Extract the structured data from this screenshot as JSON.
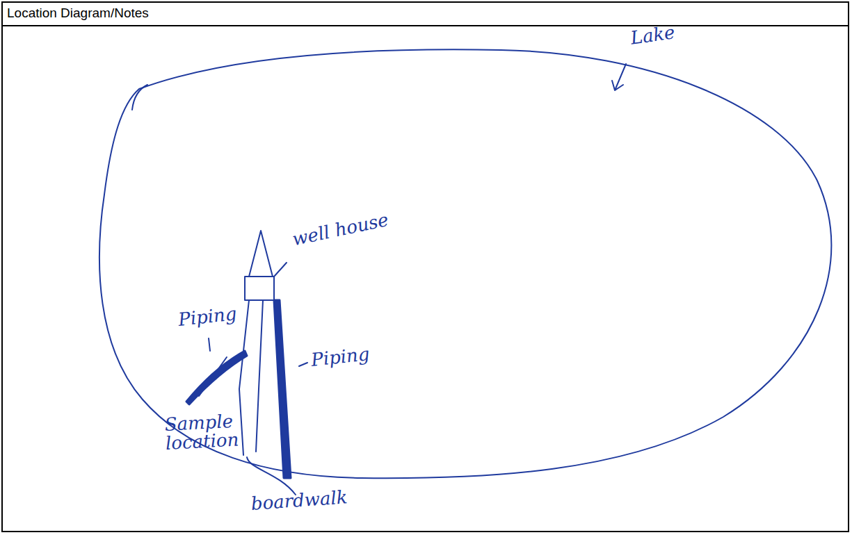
{
  "diagram": {
    "title": "Location Diagram/Notes",
    "labels": [
      "Lake",
      "well house",
      "Piping",
      "Piping",
      "Sample location",
      "boardwalk"
    ]
  }
}
